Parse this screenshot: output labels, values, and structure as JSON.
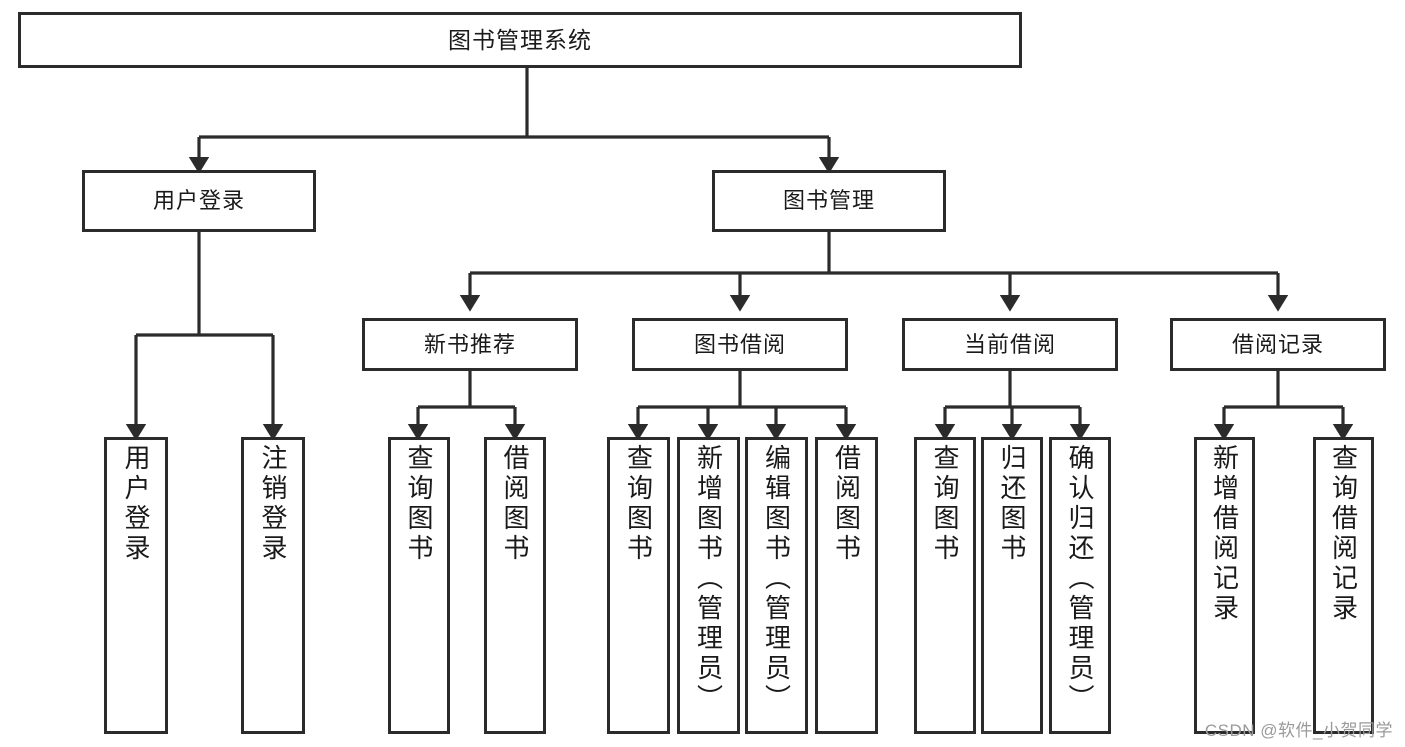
{
  "diagram": {
    "type": "tree-hierarchy",
    "title": "图书管理系统",
    "watermark": "CSDN @软件_小贺同学",
    "colors": {
      "box_border": "#2b2b2b",
      "box_fill": "#ffffff",
      "connector": "#2b2b2b",
      "text": "#1a1a1a",
      "watermark": "#9a9a9a",
      "background": "#ffffff"
    },
    "nodes": {
      "root": {
        "label": "图书管理系统"
      },
      "level1": [
        {
          "label": "用户登录"
        },
        {
          "label": "图书管理"
        }
      ],
      "level2": [
        {
          "label": "新书推荐"
        },
        {
          "label": "图书借阅"
        },
        {
          "label": "当前借阅"
        },
        {
          "label": "借阅记录"
        }
      ],
      "leaves": {
        "user_login": [
          {
            "label": "用户登录"
          },
          {
            "label": "注销登录"
          }
        ],
        "new_book_recommend": [
          {
            "label": "查询图书"
          },
          {
            "label": "借阅图书"
          }
        ],
        "book_borrow": [
          {
            "label": "查询图书"
          },
          {
            "label": "新增图书（管理员）"
          },
          {
            "label": "编辑图书（管理员）"
          },
          {
            "label": "借阅图书"
          }
        ],
        "current_borrow": [
          {
            "label": "查询图书"
          },
          {
            "label": "归还图书"
          },
          {
            "label": "确认归还（管理员）"
          }
        ],
        "borrow_record": [
          {
            "label": "新增借阅记录"
          },
          {
            "label": "查询借阅记录"
          }
        ]
      }
    }
  }
}
